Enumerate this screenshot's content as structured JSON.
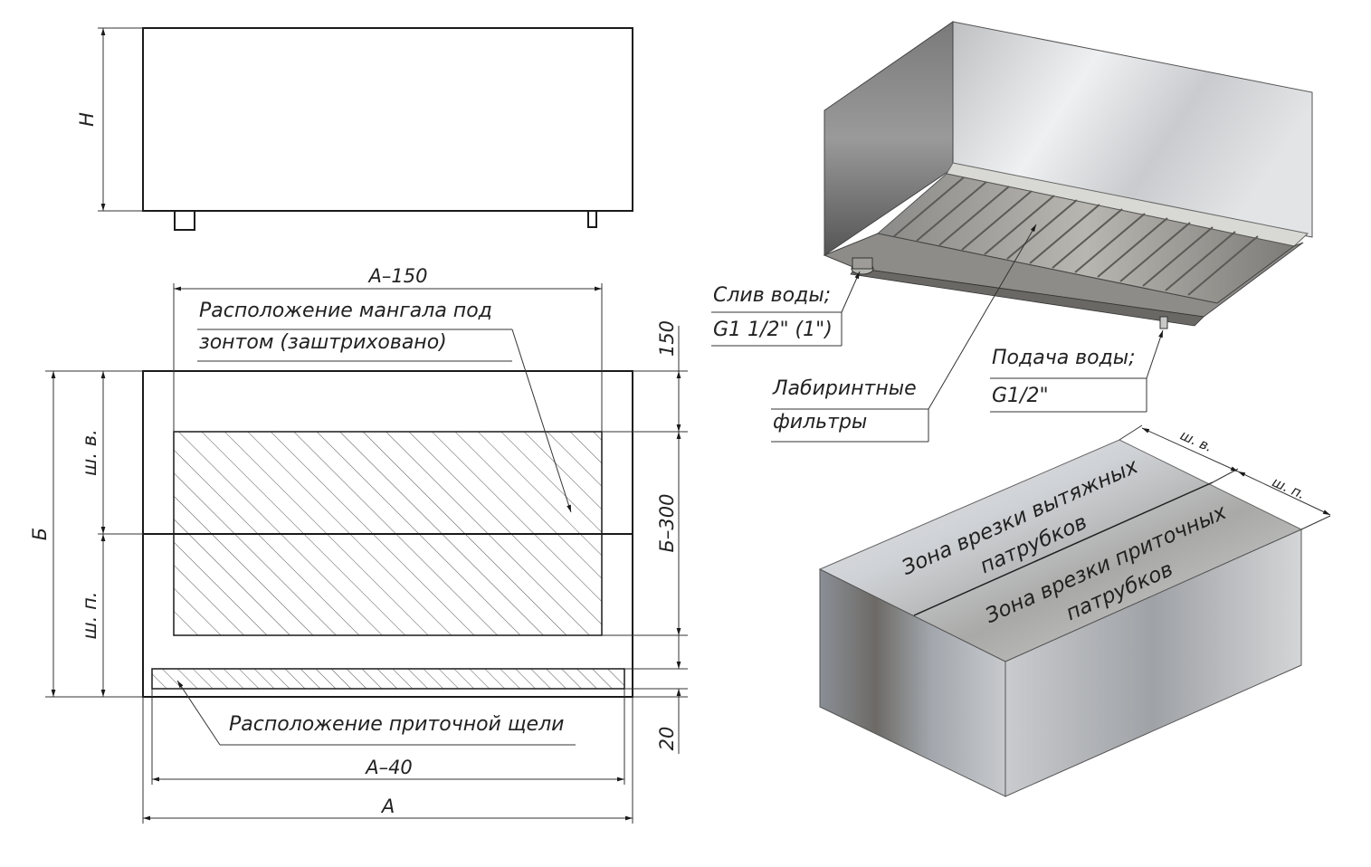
{
  "dimensions": {
    "height": "H",
    "depth": "Б",
    "width": "А",
    "top_gap": "150",
    "inner_depth": "Б–300",
    "slot_gap": "20",
    "inner_width": "А–150",
    "slot_width": "А–40",
    "exhaust_width": "ш. в.",
    "supply_width": "ш. п."
  },
  "callouts": {
    "grill_line1": "Расположение мангала под",
    "grill_line2": "зонтом (заштриховано)",
    "slot": "Расположение приточной щели",
    "drain_line1": "Слив воды;",
    "drain_line2": "G1 1/2\" (1\")",
    "filters_line1": "Лабиринтные",
    "filters_line2": "фильтры",
    "supply_water_line1": "Подача воды;",
    "supply_water_line2": "G1/2\""
  },
  "zones": {
    "exhaust_line1": "Зона врезки вытяжных",
    "exhaust_line2": "патрубков",
    "supply_line1": "Зона врезки приточных",
    "supply_line2": "патрубков"
  }
}
